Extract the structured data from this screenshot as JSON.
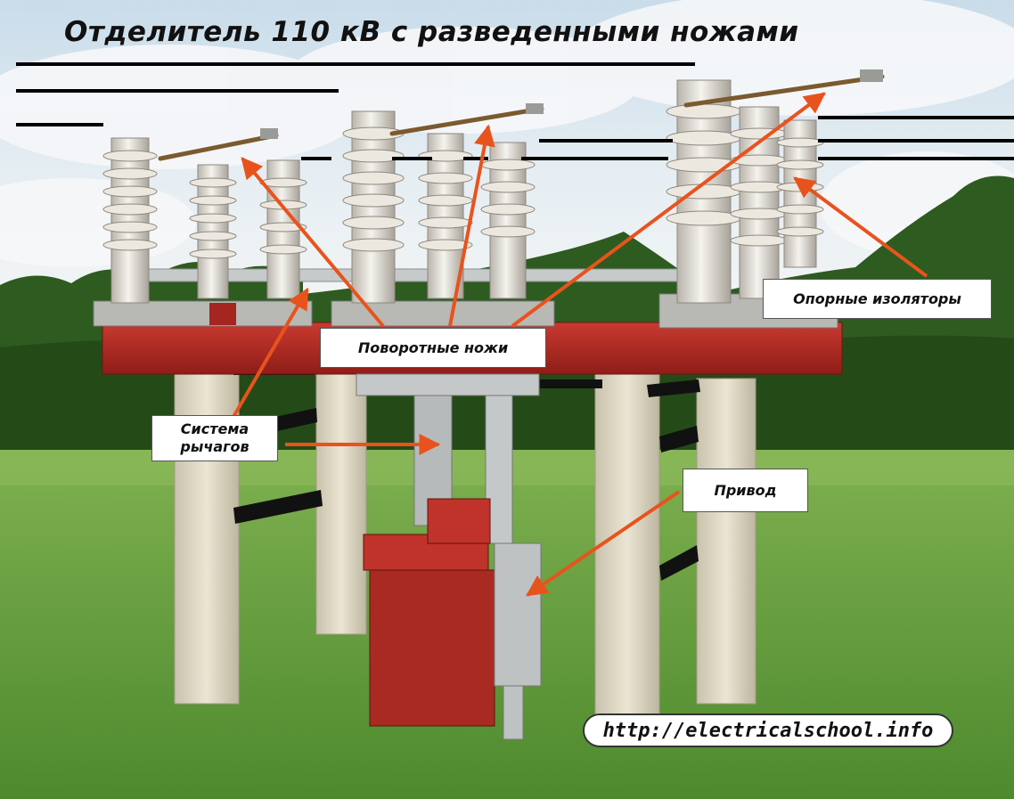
{
  "title": "Отделитель 110 кВ с разведенными ножами",
  "labels": {
    "rotary_knives": "Поворотные ножи",
    "support_insulators": "Опорные изоляторы",
    "lever_system_line1": "Система",
    "lever_system_line2": "рычагов",
    "drive": "Привод"
  },
  "url": "http://electricalschool.info",
  "colors": {
    "sky": "#d7e6f0",
    "cloud": "#f4f6f8",
    "trees": "#2f5a1f",
    "grass": "#5f9a3a",
    "frame_red": "#b22a24",
    "insulator": "#e9e5dd",
    "post": "#ddd6c2",
    "arrow": "#e8531d",
    "callout_line": "#000000"
  }
}
